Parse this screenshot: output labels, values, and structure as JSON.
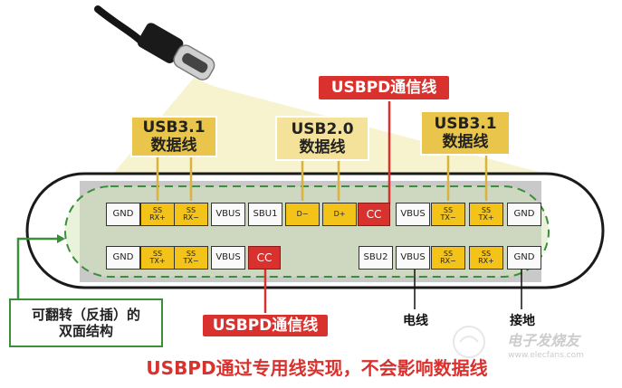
{
  "labels": {
    "usb31_left": "USB3.1\n数据线",
    "usb20": "USB2.0\n数据线",
    "usb31_right": "USB3.1\n数据线",
    "usbpd_top": "USBPD通信线",
    "usbpd_bottom": "USBPD通信线",
    "power_line": "电线",
    "ground": "接地",
    "flip": "可翻转（反插）的\n双面结构",
    "footer": "USBPD通过专用线实现，不会影响数据线"
  },
  "pins": {
    "top": [
      {
        "label": "GND",
        "kind": "plain"
      },
      {
        "label": "SS\nRX+",
        "kind": "data"
      },
      {
        "label": "SS\nRX−",
        "kind": "data"
      },
      {
        "label": "VBUS",
        "kind": "plain"
      },
      {
        "label": "SBU1",
        "kind": "plain"
      },
      {
        "label": "D−",
        "kind": "data"
      },
      {
        "label": "D+",
        "kind": "data"
      },
      {
        "label": "CC",
        "kind": "cc"
      },
      {
        "label": "VBUS",
        "kind": "plain"
      },
      {
        "label": "SS\nTX−",
        "kind": "data"
      },
      {
        "label": "SS\nTX+",
        "kind": "data"
      },
      {
        "label": "GND",
        "kind": "plain"
      }
    ],
    "bottom": [
      {
        "label": "GND",
        "kind": "plain"
      },
      {
        "label": "SS\nTX+",
        "kind": "data"
      },
      {
        "label": "SS\nTX−",
        "kind": "data"
      },
      {
        "label": "VBUS",
        "kind": "plain"
      },
      {
        "label": "CC",
        "kind": "cc"
      },
      {
        "label": "SBU2",
        "kind": "plain"
      },
      {
        "label": "VBUS",
        "kind": "plain"
      },
      {
        "label": "SS\nRX−",
        "kind": "data"
      },
      {
        "label": "SS\nRX+",
        "kind": "data"
      },
      {
        "label": "GND",
        "kind": "plain"
      }
    ]
  },
  "watermark": {
    "text": "电子发烧友",
    "url": "www.elecfans.com"
  },
  "colors": {
    "data_pin": "#f3c319",
    "cc_pin": "#d9322e",
    "label_gold": "#e9c54b",
    "outline_green": "#3a8f3a"
  }
}
